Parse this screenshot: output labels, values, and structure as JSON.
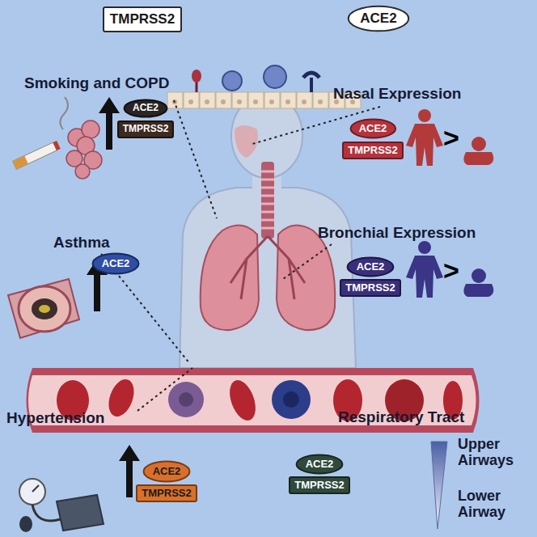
{
  "diagram": {
    "nodes": [
      {
        "text": [
          "TMPRSS2"
        ]
      },
      {
        "text": [
          "ACE2"
        ]
      },
      {
        "text": [
          "ACE2"
        ]
      },
      {
        "text": [
          "TMPRSS2"
        ]
      },
      {
        "text": [
          "ACE2"
        ]
      },
      {
        "text": [
          "TMPRSS2"
        ]
      },
      {
        "text": [
          "ACE2"
        ]
      },
      {
        "text": [
          "ACE2"
        ]
      },
      {
        "text": [
          "TMPRSS2"
        ]
      },
      {
        "text": [
          "ACE2"
        ]
      },
      {
        "text": [
          "TMPRSS2"
        ]
      },
      {
        "text": [
          "ACE2"
        ]
      },
      {
        "text": [
          "TMPRSS2"
        ]
      }
    ],
    "labels": [
      "Smoking and COPD",
      "Nasal Expression",
      ">",
      "Asthma",
      "Bronchial Expression",
      ">",
      "Hypertension",
      "Respiratory Tract",
      "Upper Airways",
      "Lower Airway"
    ]
  }
}
